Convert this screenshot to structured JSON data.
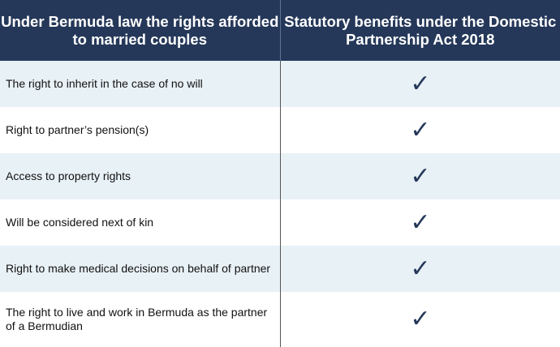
{
  "header": {
    "left": "Under Bermuda law the rights afforded to married couples",
    "right": "Statutory benefits under the Domestic Partnership Act 2018"
  },
  "rows": [
    {
      "right_label": "The right to inherit in the case of no will",
      "check": "✓"
    },
    {
      "right_label": "Right to partner’s pension(s)",
      "check": "✓"
    },
    {
      "right_label": "Access to property rights",
      "check": "✓"
    },
    {
      "right_label": "Will be considered next of kin",
      "check": "✓"
    },
    {
      "right_label": "Right to make medical decisions on behalf of partner",
      "check": "✓"
    },
    {
      "right_label": "The right to live and work in Bermuda as the partner of a Bermudian",
      "check": "✓"
    }
  ],
  "colors": {
    "header_bg": "#253859",
    "row_shade": "#e8f1f6",
    "check": "#253859"
  }
}
